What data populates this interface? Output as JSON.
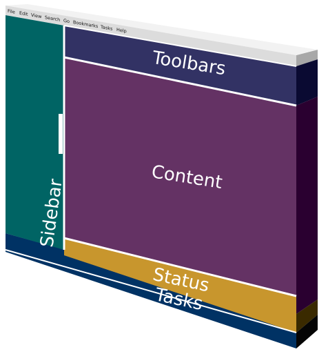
{
  "menu": {
    "items": [
      "File",
      "Edit",
      "View",
      "Search",
      "Go",
      "Bookmarks",
      "Tasks",
      "Help"
    ]
  },
  "regions": {
    "toolbars": {
      "label": "Toolbars",
      "color": "#323264"
    },
    "content": {
      "label": "Content",
      "color": "#643264"
    },
    "sidebar": {
      "label": "Sidebar",
      "color": "#006464"
    },
    "status": {
      "label": "Status",
      "color": "#C8962D"
    },
    "tasks": {
      "label": "Tasks",
      "color": "#003264"
    }
  },
  "colors": {
    "menubar": "#dcdcdc",
    "side_dark": "#2a0030",
    "side_navy": "#0a0a32",
    "side_black": "#050505",
    "border": "#ffffff"
  }
}
